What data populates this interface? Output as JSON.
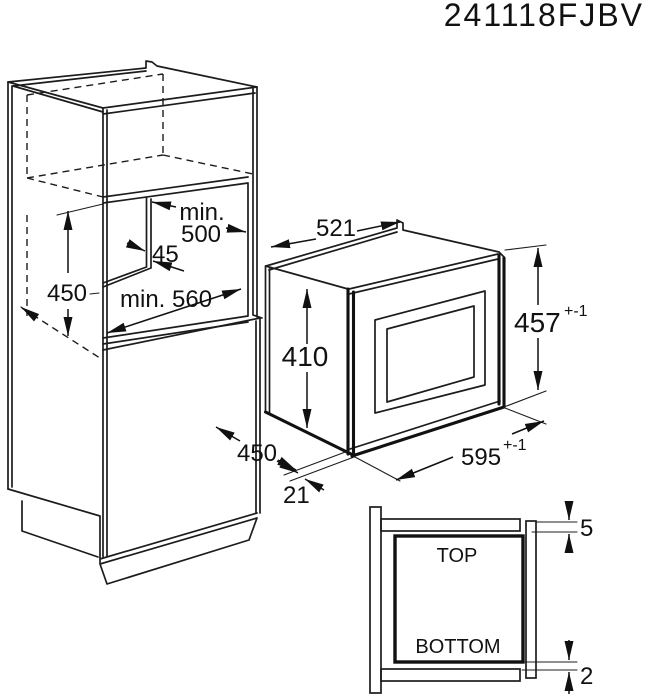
{
  "title": {
    "model": "241118FJBV"
  },
  "cabinet_dims": {
    "niche_width_prefix": "min.",
    "niche_width": "500",
    "rear_clearance": "45",
    "niche_height": "450",
    "niche_depth": "min. 560",
    "cabinet_depth": "450",
    "front_overhang": "21"
  },
  "oven_dims": {
    "depth": "521",
    "body_height": "410",
    "width": "595",
    "width_tolerance": "+-1",
    "height": "457",
    "height_tolerance": "+-1"
  },
  "detail": {
    "top_label": "TOP",
    "bottom_label": "BOTTOM",
    "top_gap": "5",
    "bottom_gap": "2"
  },
  "colors": {
    "line": "#1c1c1c",
    "background": "#ffffff"
  }
}
